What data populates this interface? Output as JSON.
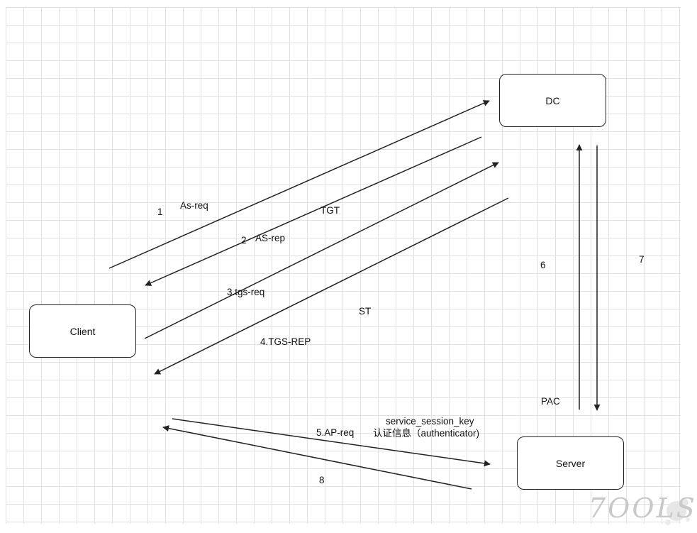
{
  "diagram": {
    "nodes": {
      "dc": "DC",
      "client": "Client",
      "server": "Server"
    },
    "labels": {
      "step1": "1",
      "as_req": "As-req",
      "tgt": "TGT",
      "step2": "2",
      "as_rep": "AS-rep",
      "tgs_req": "3.tgs-req",
      "st": "ST",
      "tgs_rep": "4.TGS-REP",
      "step6": "6",
      "step7": "7",
      "pac": "PAC",
      "service_session_key": "service_session_key",
      "authenticator": "认证信息（authenticator)",
      "ap_req": "5.AP-req",
      "step8": "8"
    },
    "colors": {
      "stroke": "#222222",
      "grid": "#e1e1e1",
      "watermark": "#c8c8c8"
    },
    "watermark": {
      "text": "7OOLS"
    }
  }
}
